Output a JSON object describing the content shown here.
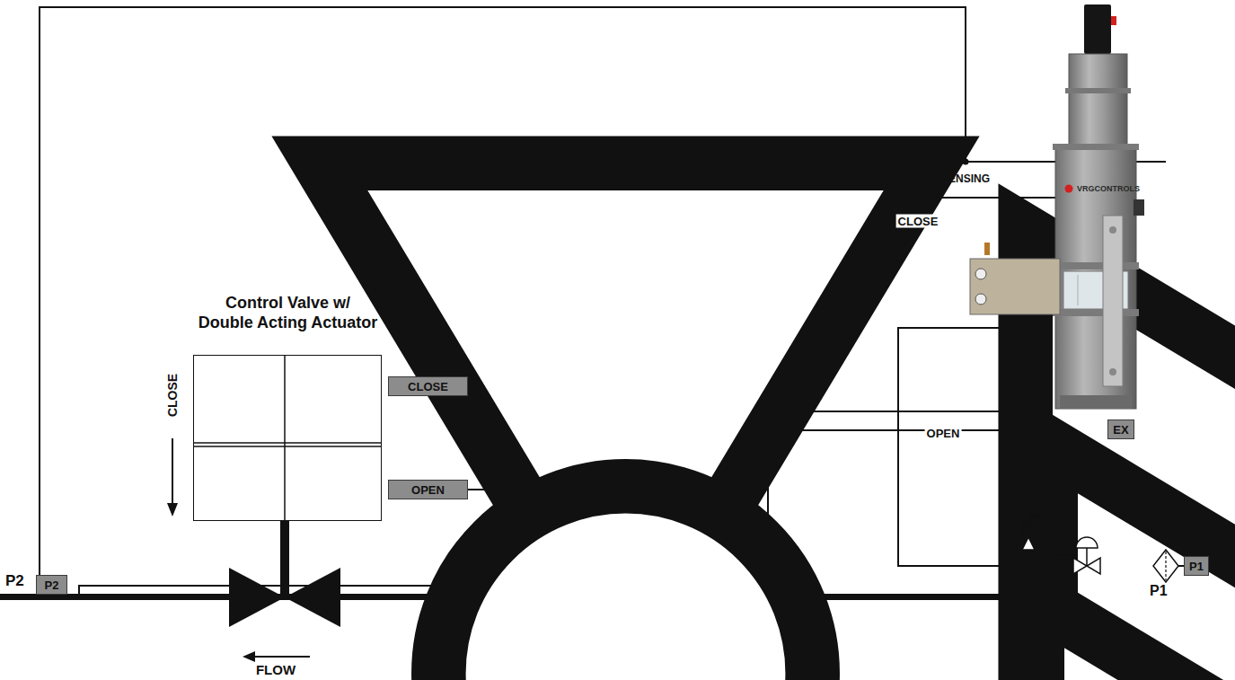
{
  "diagram": {
    "nodes": [
      {
        "text": [
          "Control Valve w/ Double Acting Actuator"
        ]
      },
      {
        "text": [
          "CLOSE"
        ]
      },
      {
        "text": [
          "OPEN"
        ]
      },
      {
        "text": [
          "VRGCONTROLS"
        ]
      },
      {
        "text": [
          "EX"
        ]
      },
      {
        "text": [
          "P2"
        ]
      },
      {
        "text": [
          "P1"
        ]
      }
    ],
    "edges": [
      {
        "from": 1,
        "to": 3,
        "arrow": "none",
        "label": "CLOSE"
      },
      {
        "from": 2,
        "to": 3,
        "arrow": "none",
        "label": "OPEN"
      },
      {
        "from": 5,
        "to": 3,
        "arrow": "none"
      },
      {
        "from": 6,
        "to": 3,
        "arrow": "none"
      }
    ],
    "labels": [
      "SENSING",
      "CLOSE",
      "FLOW",
      "P2",
      "P1"
    ]
  }
}
